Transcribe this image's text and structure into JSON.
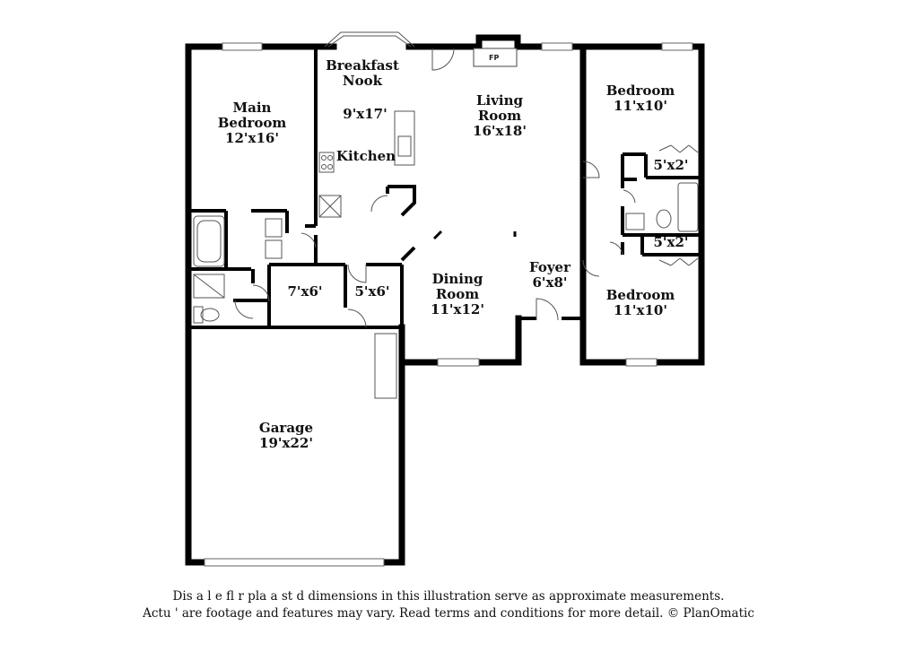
{
  "rooms": {
    "main_bedroom": {
      "name": "Main\nBedroom",
      "dim": "12'x16'"
    },
    "breakfast_nook": {
      "name": "Breakfast\nNook",
      "dim": ""
    },
    "kitchen": {
      "name": "Kitchen",
      "dim": "9'x17'"
    },
    "living_room": {
      "name": "Living\nRoom",
      "dim": "16'x18'"
    },
    "bedroom_1": {
      "name": "Bedroom",
      "dim": "11'x10'"
    },
    "bedroom_2": {
      "name": "Bedroom",
      "dim": "11'x10'"
    },
    "closet_1": {
      "dim": "5'x2'"
    },
    "closet_2": {
      "dim": "5'x2'"
    },
    "closet_7x6": {
      "dim": "7'x6'"
    },
    "closet_5x6": {
      "dim": "5'x6'"
    },
    "dining_room": {
      "name": "Dining\nRoom",
      "dim": "11'x12'"
    },
    "foyer": {
      "name": "Foyer",
      "dim": "6'x8'"
    },
    "garage": {
      "name": "Garage",
      "dim": "19'x22'"
    }
  },
  "fireplace_label": "FP",
  "disclaimer": {
    "line1": "Dis a       l e fl r pla  a   st   d dimensions in this illustration serve as approximate measurements.",
    "line2": "Actu   ' are footage and features may vary. Read terms and conditions for more detail. © PlanOmatic"
  }
}
